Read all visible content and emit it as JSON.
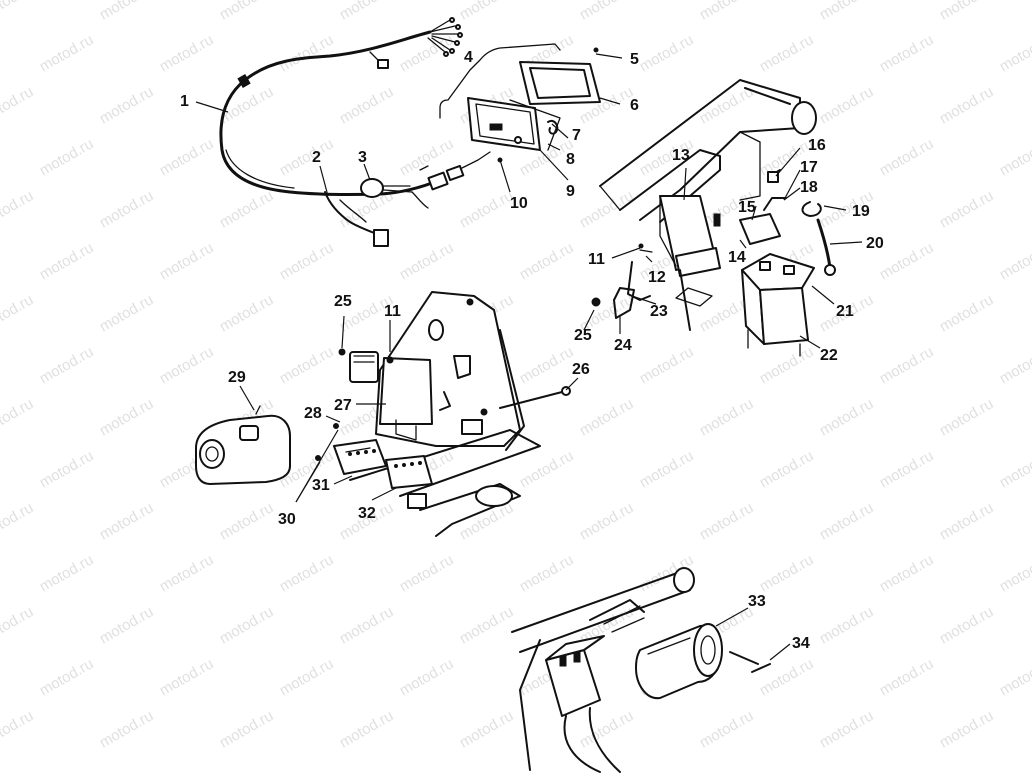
{
  "watermark": {
    "text": "motod.ru"
  },
  "callouts": [
    {
      "id": "c1",
      "text": "1"
    },
    {
      "id": "c2",
      "text": "2"
    },
    {
      "id": "c3",
      "text": "3"
    },
    {
      "id": "c4",
      "text": "4"
    },
    {
      "id": "c5",
      "text": "5"
    },
    {
      "id": "c6",
      "text": "6"
    },
    {
      "id": "c7",
      "text": "7"
    },
    {
      "id": "c8",
      "text": "8"
    },
    {
      "id": "c9",
      "text": "9"
    },
    {
      "id": "c10",
      "text": "10"
    },
    {
      "id": "c11a",
      "text": "11"
    },
    {
      "id": "c11b",
      "text": "11"
    },
    {
      "id": "c12",
      "text": "12"
    },
    {
      "id": "c13",
      "text": "13"
    },
    {
      "id": "c14",
      "text": "14"
    },
    {
      "id": "c15",
      "text": "15"
    },
    {
      "id": "c16",
      "text": "16"
    },
    {
      "id": "c17",
      "text": "17"
    },
    {
      "id": "c18",
      "text": "18"
    },
    {
      "id": "c19",
      "text": "19"
    },
    {
      "id": "c20",
      "text": "20"
    },
    {
      "id": "c21",
      "text": "21"
    },
    {
      "id": "c22",
      "text": "22"
    },
    {
      "id": "c23",
      "text": "23"
    },
    {
      "id": "c24",
      "text": "24"
    },
    {
      "id": "c25a",
      "text": "25"
    },
    {
      "id": "c25b",
      "text": "25"
    },
    {
      "id": "c26",
      "text": "26"
    },
    {
      "id": "c27",
      "text": "27"
    },
    {
      "id": "c28",
      "text": "28"
    },
    {
      "id": "c29",
      "text": "29"
    },
    {
      "id": "c30",
      "text": "30"
    },
    {
      "id": "c31",
      "text": "31"
    },
    {
      "id": "c32",
      "text": "32"
    },
    {
      "id": "c33",
      "text": "33"
    },
    {
      "id": "c34",
      "text": "34"
    }
  ]
}
